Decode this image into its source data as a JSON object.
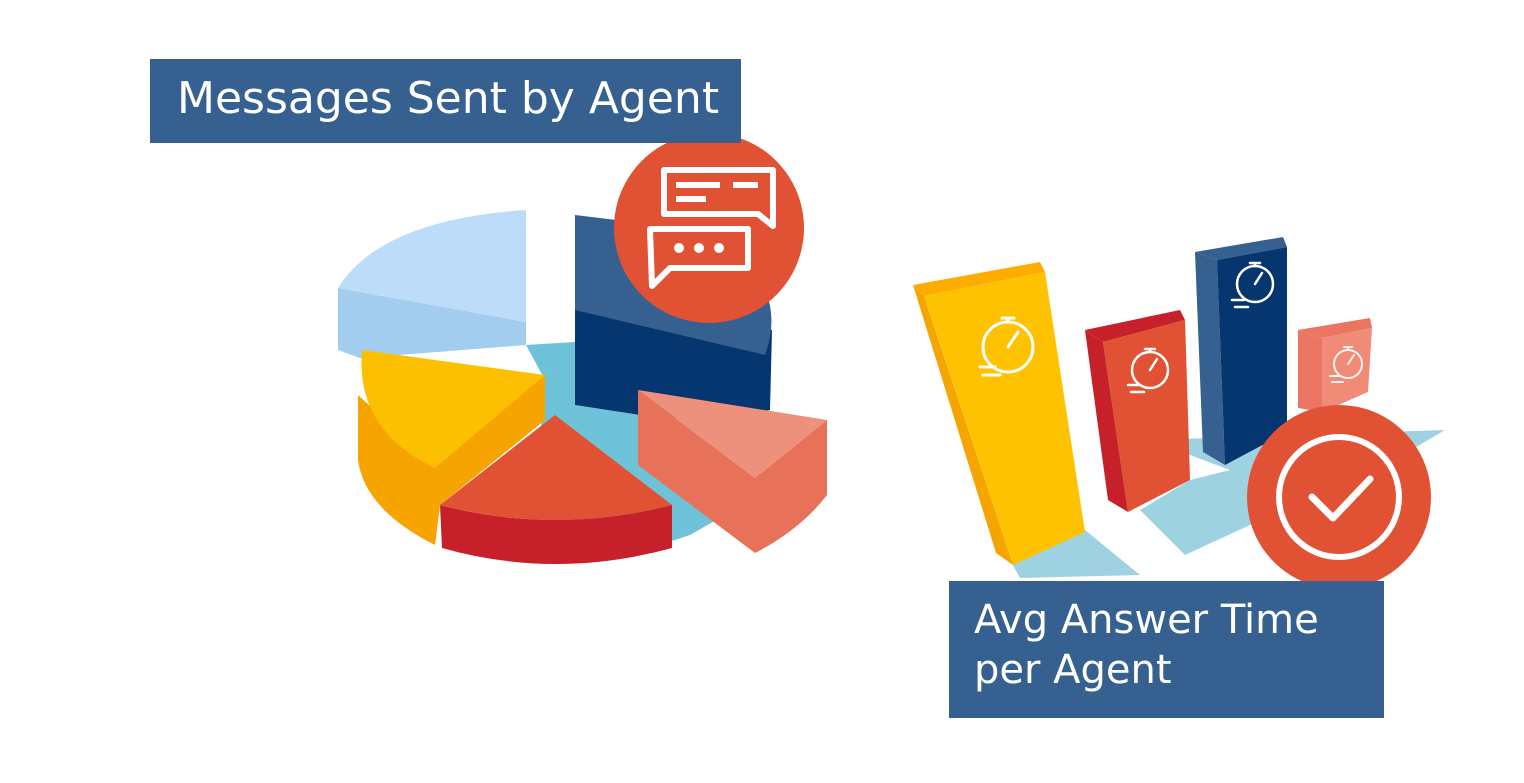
{
  "labels": {
    "messages_title": "Messages Sent by Agent",
    "answer_title_line1": "Avg Answer Time",
    "answer_title_line2": "per Agent"
  },
  "icons": {
    "chat": "chat-bubbles-icon",
    "stopwatch": "stopwatch-icon",
    "check": "checkmark-circle-icon"
  },
  "colors": {
    "label_bg": "#35608f",
    "pie_light_blue": "#bcdcfa",
    "pie_dark_blue": "#063670",
    "pie_yellow": "#fdb900",
    "pie_red": "#e05233",
    "pie_salmon": "#ea7560",
    "bar_yellow": "#ffc200",
    "bar_red": "#e05233",
    "bar_navy": "#063670",
    "bar_salmon": "#ea7560",
    "accent_orange": "#e05233",
    "base_cyan": "#6fc3d8"
  },
  "chart_data": [
    {
      "type": "pie",
      "slices": [
        {
          "color": "#bcdcfa",
          "value": 22
        },
        {
          "color": "#063670",
          "value": 23
        },
        {
          "color": "#ea7560",
          "value": 18
        },
        {
          "color": "#e05233",
          "value": 20
        },
        {
          "color": "#fdb900",
          "value": 17
        }
      ]
    },
    {
      "type": "bar",
      "bars": [
        {
          "color": "#ffc200",
          "value": 100
        },
        {
          "color": "#e05233",
          "value": 71
        },
        {
          "color": "#063670",
          "value": 91
        },
        {
          "color": "#ea7560",
          "value": 40
        }
      ]
    }
  ]
}
